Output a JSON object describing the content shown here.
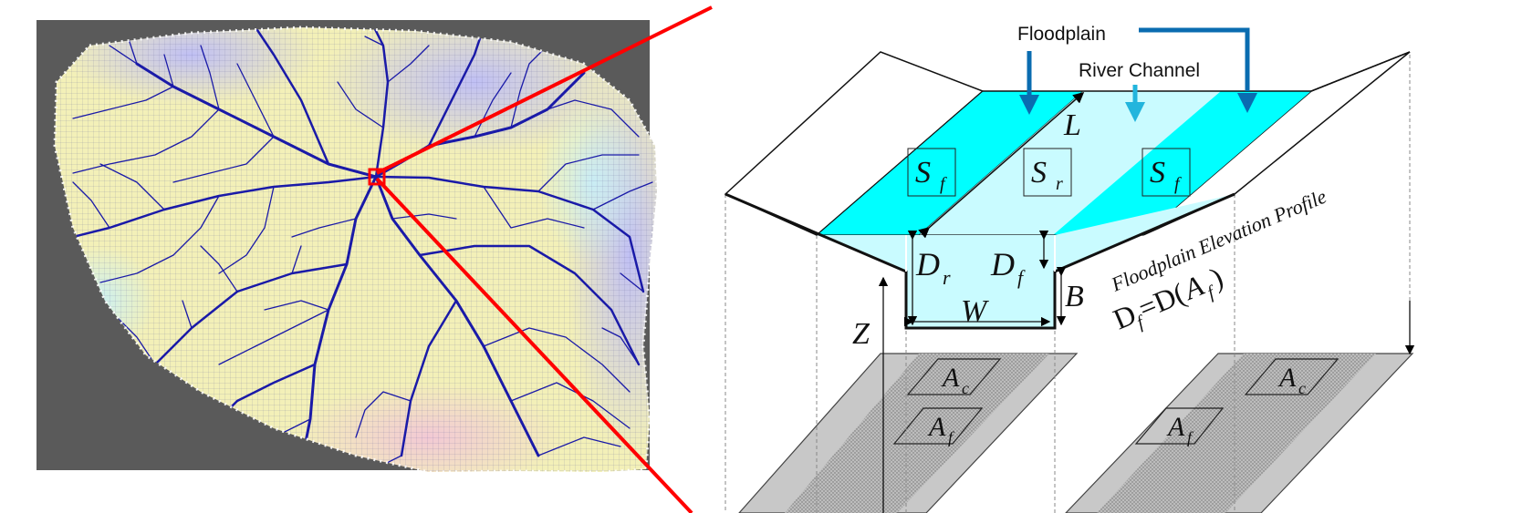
{
  "labels": {
    "floodplain": "Floodplain",
    "river_channel": "River Channel",
    "L": "L",
    "S_base": "S",
    "f": "f",
    "r": "r",
    "D_base": "D",
    "B": "B",
    "W": "W",
    "Z": "Z",
    "A_base": "A",
    "c": "c",
    "profile_title": "Floodplain Elevation Profile",
    "eq_D": "D",
    "eq_f": "f",
    "eq_rest": "=D(",
    "eq_A": "A",
    "eq_close": ")"
  },
  "colors": {
    "floodplain_water": "#00ffff",
    "river_water": "#c9fbff",
    "zoom_line": "#ff0000",
    "arrow_blue": "#0a6cb0",
    "arrow_cyan": "#22b5dd",
    "land_gray": "#c8c8c8",
    "map_background": "#595959",
    "river_network": "#1a1aa8"
  }
}
